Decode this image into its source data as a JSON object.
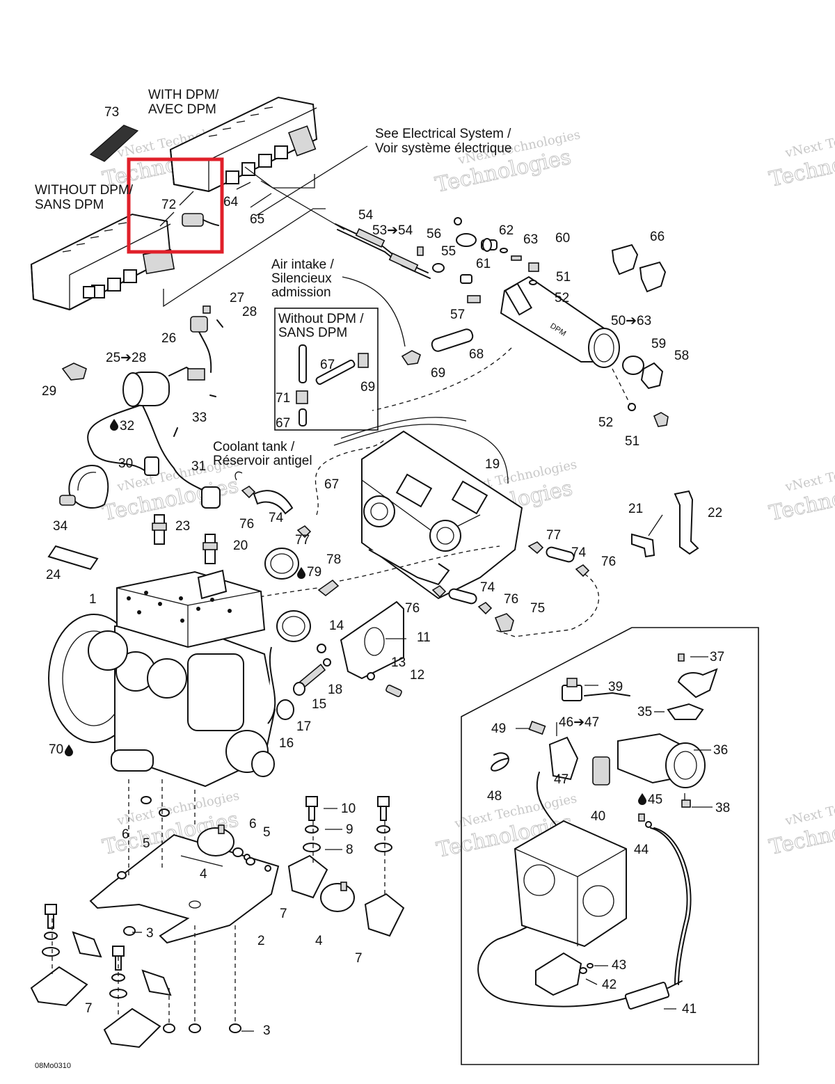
{
  "callouts": {
    "with_dpm": [
      "WITH DPM/",
      "AVEC DPM"
    ],
    "without_dpm": [
      "WITHOUT DPM/",
      "SANS DPM"
    ],
    "electrical": [
      "See Electrical System /",
      "Voir système électrique"
    ],
    "air_intake": [
      "Air intake /",
      "Silencieux",
      "admission"
    ],
    "inset_without_dpm": [
      "Without DPM /",
      "SANS DPM"
    ],
    "coolant_tank": [
      "Coolant tank /",
      "Réservoir antigel"
    ]
  },
  "labels": [
    {
      "id": "l73",
      "text": "73"
    },
    {
      "id": "l72",
      "text": "72"
    },
    {
      "id": "l64",
      "text": "64"
    },
    {
      "id": "l65",
      "text": "65"
    },
    {
      "id": "l54",
      "text": "54"
    },
    {
      "id": "l5354",
      "text": "53➔54"
    },
    {
      "id": "l56",
      "text": "56"
    },
    {
      "id": "l55",
      "text": "55"
    },
    {
      "id": "l62",
      "text": "62"
    },
    {
      "id": "l63",
      "text": "63"
    },
    {
      "id": "l60",
      "text": "60"
    },
    {
      "id": "l66",
      "text": "66"
    },
    {
      "id": "l61",
      "text": "61"
    },
    {
      "id": "l51a",
      "text": "51"
    },
    {
      "id": "l52a",
      "text": "52"
    },
    {
      "id": "l57",
      "text": "57"
    },
    {
      "id": "l5063",
      "text": "50➔63"
    },
    {
      "id": "l59",
      "text": "59"
    },
    {
      "id": "l58",
      "text": "58"
    },
    {
      "id": "l68",
      "text": "68"
    },
    {
      "id": "l69a",
      "text": "69"
    },
    {
      "id": "l52b",
      "text": "52"
    },
    {
      "id": "l51b",
      "text": "51"
    },
    {
      "id": "l27",
      "text": "27"
    },
    {
      "id": "l28",
      "text": "28"
    },
    {
      "id": "l26",
      "text": "26"
    },
    {
      "id": "l2528",
      "text": "25➔28"
    },
    {
      "id": "l29",
      "text": "29"
    },
    {
      "id": "l32",
      "text": "32"
    },
    {
      "id": "l33",
      "text": "33"
    },
    {
      "id": "l67a",
      "text": "67"
    },
    {
      "id": "l69b",
      "text": "69"
    },
    {
      "id": "l71",
      "text": "71"
    },
    {
      "id": "l67b",
      "text": "67"
    },
    {
      "id": "l30",
      "text": "30"
    },
    {
      "id": "l31",
      "text": "31"
    },
    {
      "id": "l34",
      "text": "34"
    },
    {
      "id": "l23",
      "text": "23"
    },
    {
      "id": "l76a",
      "text": "76"
    },
    {
      "id": "l74a",
      "text": "74"
    },
    {
      "id": "l77a",
      "text": "77"
    },
    {
      "id": "l67c",
      "text": "67"
    },
    {
      "id": "l19",
      "text": "19"
    },
    {
      "id": "l21",
      "text": "21"
    },
    {
      "id": "l22",
      "text": "22"
    },
    {
      "id": "l24",
      "text": "24"
    },
    {
      "id": "l20",
      "text": "20"
    },
    {
      "id": "l78",
      "text": "78"
    },
    {
      "id": "l79",
      "text": "79"
    },
    {
      "id": "l77b",
      "text": "77"
    },
    {
      "id": "l74b",
      "text": "74"
    },
    {
      "id": "l76b",
      "text": "76"
    },
    {
      "id": "l1",
      "text": "1"
    },
    {
      "id": "l74c",
      "text": "74"
    },
    {
      "id": "l76c",
      "text": "76"
    },
    {
      "id": "l76d",
      "text": "76"
    },
    {
      "id": "l75",
      "text": "75"
    },
    {
      "id": "l14",
      "text": "14"
    },
    {
      "id": "l11",
      "text": "11"
    },
    {
      "id": "l13",
      "text": "13"
    },
    {
      "id": "l12",
      "text": "12"
    },
    {
      "id": "l18",
      "text": "18"
    },
    {
      "id": "l15",
      "text": "15"
    },
    {
      "id": "l17",
      "text": "17"
    },
    {
      "id": "l16",
      "text": "16"
    },
    {
      "id": "l70",
      "text": "70"
    },
    {
      "id": "l37",
      "text": "37"
    },
    {
      "id": "l39",
      "text": "39"
    },
    {
      "id": "l35",
      "text": "35"
    },
    {
      "id": "l49",
      "text": "49"
    },
    {
      "id": "l4647",
      "text": "46➔47"
    },
    {
      "id": "l36",
      "text": "36"
    },
    {
      "id": "l47",
      "text": "47"
    },
    {
      "id": "l48",
      "text": "48"
    },
    {
      "id": "l40",
      "text": "40"
    },
    {
      "id": "l45",
      "text": "45"
    },
    {
      "id": "l38",
      "text": "38"
    },
    {
      "id": "l44",
      "text": "44"
    },
    {
      "id": "l10",
      "text": "10"
    },
    {
      "id": "l9",
      "text": "9"
    },
    {
      "id": "l8",
      "text": "8"
    },
    {
      "id": "l6a",
      "text": "6"
    },
    {
      "id": "l5a",
      "text": "5"
    },
    {
      "id": "l6b",
      "text": "6"
    },
    {
      "id": "l5b",
      "text": "5"
    },
    {
      "id": "l4a",
      "text": "4"
    },
    {
      "id": "l7a",
      "text": "7"
    },
    {
      "id": "l4b",
      "text": "4"
    },
    {
      "id": "l7b",
      "text": "7"
    },
    {
      "id": "l3a",
      "text": "3"
    },
    {
      "id": "l2",
      "text": "2"
    },
    {
      "id": "l7c",
      "text": "7"
    },
    {
      "id": "l3b",
      "text": "3"
    },
    {
      "id": "l43",
      "text": "43"
    },
    {
      "id": "l42",
      "text": "42"
    },
    {
      "id": "l41",
      "text": "41"
    }
  ],
  "figure_code": "08Mo0310",
  "watermark": [
    "vNext Technologies",
    "Technologies"
  ],
  "highlight_color": "#e0202a"
}
